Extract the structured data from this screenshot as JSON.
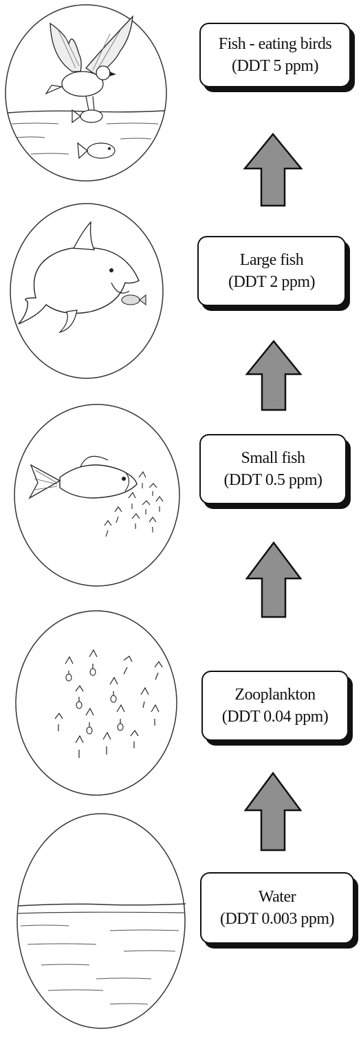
{
  "levels": [
    {
      "name": "Fish - eating birds",
      "ddt": "(DDT 5 ppm)",
      "picture": "fish-eating-bird-illustration"
    },
    {
      "name": "Large fish",
      "ddt": "(DDT 2 ppm)",
      "picture": "large-fish-illustration"
    },
    {
      "name": "Small fish",
      "ddt": "(DDT 0.5 ppm)",
      "picture": "small-fish-illustration"
    },
    {
      "name": "Zooplankton",
      "ddt": "(DDT 0.04 ppm)",
      "picture": "zooplankton-illustration"
    },
    {
      "name": "Water",
      "ddt": "(DDT 0.003 ppm)",
      "picture": "water-illustration"
    }
  ],
  "colors": {
    "arrow_fill": "#8f8f8f",
    "outline": "#111111",
    "box_shadow": "#111111"
  },
  "arrow_icon": "up-arrow-icon"
}
